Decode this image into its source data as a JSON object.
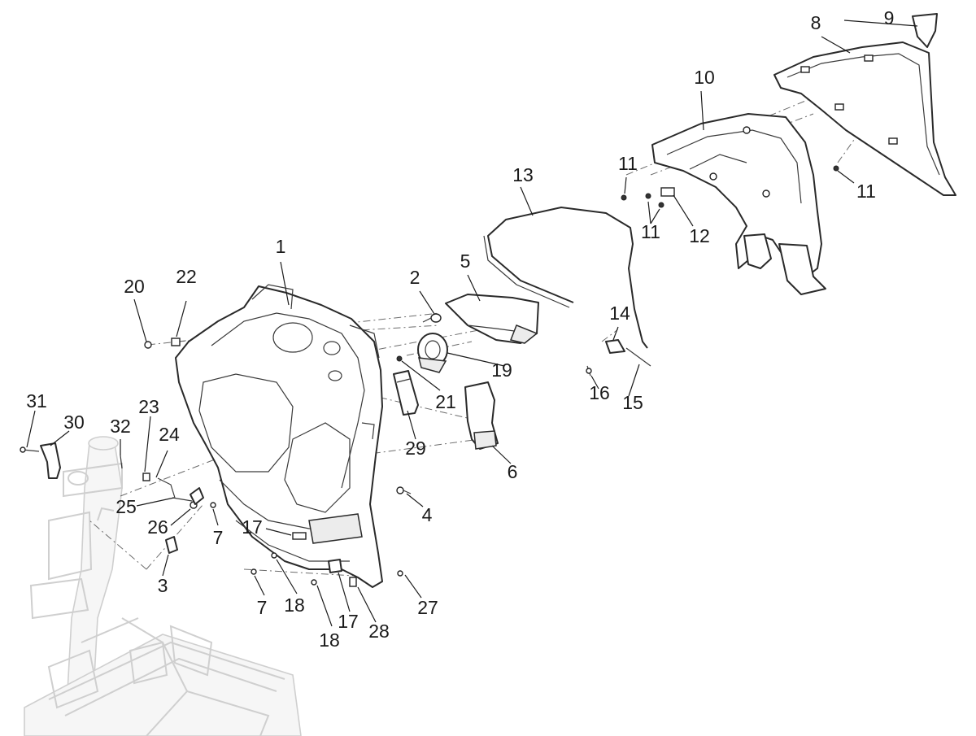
{
  "callouts": {
    "c1": "1",
    "c2": "2",
    "c3": "3",
    "c4": "4",
    "c5": "5",
    "c6": "6",
    "c7a": "7",
    "c7b": "7",
    "c8": "8",
    "c9": "9",
    "c10": "10",
    "c11a": "11",
    "c11b": "11",
    "c11c": "11",
    "c12": "12",
    "c13": "13",
    "c14": "14",
    "c15": "15",
    "c16": "16",
    "c17a": "17",
    "c17b": "17",
    "c18a": "18",
    "c18b": "18",
    "c19": "19",
    "c20": "20",
    "c21": "21",
    "c22": "22",
    "c23": "23",
    "c24": "24",
    "c25": "25",
    "c26": "26",
    "c27": "27",
    "c28": "28",
    "c29": "29",
    "c30": "30",
    "c31": "31",
    "c32": "32"
  },
  "colors": {
    "line": "#2a2a2a",
    "frame": "#cfcfcf",
    "dash": "#6c6c6c",
    "background": "#ffffff"
  }
}
